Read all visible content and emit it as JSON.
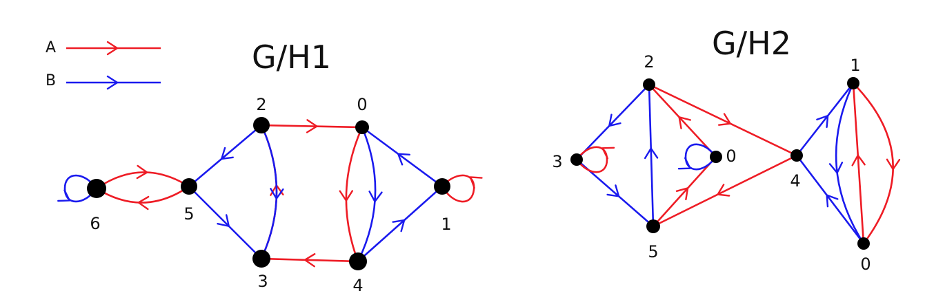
{
  "colors": {
    "A": "#ee1c25",
    "B": "#1a1aee",
    "node": "#000000"
  },
  "legend": [
    {
      "label": "A",
      "color_key": "A"
    },
    {
      "label": "B",
      "color_key": "B"
    }
  ],
  "graphs": [
    {
      "id": "g1",
      "title": "G/H1",
      "nodes": [
        {
          "id": "0",
          "label": "0"
        },
        {
          "id": "1",
          "label": "1"
        },
        {
          "id": "2",
          "label": "2"
        },
        {
          "id": "3",
          "label": "3"
        },
        {
          "id": "4",
          "label": "4"
        },
        {
          "id": "5",
          "label": "5"
        },
        {
          "id": "6",
          "label": "6"
        }
      ],
      "edges": [
        {
          "from": "2",
          "to": "0",
          "color": "A"
        },
        {
          "from": "4",
          "to": "3",
          "color": "A"
        },
        {
          "from": "3",
          "to": "2",
          "color": "A"
        },
        {
          "from": "2",
          "to": "3",
          "color": "B"
        },
        {
          "from": "0",
          "to": "4",
          "color": "A"
        },
        {
          "from": "0",
          "to": "4",
          "color": "B"
        },
        {
          "from": "1",
          "to": "0",
          "color": "B"
        },
        {
          "from": "4",
          "to": "1",
          "color": "B"
        },
        {
          "from": "1",
          "to": "1",
          "color": "A"
        },
        {
          "from": "2",
          "to": "5",
          "color": "B"
        },
        {
          "from": "5",
          "to": "3",
          "color": "B"
        },
        {
          "from": "6",
          "to": "5",
          "color": "A"
        },
        {
          "from": "5",
          "to": "6",
          "color": "A"
        },
        {
          "from": "6",
          "to": "6",
          "color": "B"
        }
      ]
    },
    {
      "id": "g2",
      "title": "G/H2",
      "nodes": [
        {
          "id": "0",
          "label": "0"
        },
        {
          "id": "1",
          "label": "1"
        },
        {
          "id": "2",
          "label": "2"
        },
        {
          "id": "3",
          "label": "3"
        },
        {
          "id": "4",
          "label": "4"
        },
        {
          "id": "5",
          "label": "5"
        },
        {
          "id": "0b",
          "label": "0"
        }
      ],
      "edges": [
        {
          "from": "2",
          "to": "3",
          "color": "B"
        },
        {
          "from": "3",
          "to": "5",
          "color": "B"
        },
        {
          "from": "3",
          "to": "3",
          "color": "A"
        },
        {
          "from": "5",
          "to": "2",
          "color": "B"
        },
        {
          "from": "0",
          "to": "2",
          "color": "A"
        },
        {
          "from": "5",
          "to": "0",
          "color": "A"
        },
        {
          "from": "0",
          "to": "0",
          "color": "B"
        },
        {
          "from": "2",
          "to": "4",
          "color": "A"
        },
        {
          "from": "4",
          "to": "5",
          "color": "A"
        },
        {
          "from": "4",
          "to": "1",
          "color": "B"
        },
        {
          "from": "1",
          "to": "0b",
          "color": "B"
        },
        {
          "from": "0b",
          "to": "4",
          "color": "B"
        },
        {
          "from": "0b",
          "to": "1",
          "color": "A"
        },
        {
          "from": "1",
          "to": "0b",
          "color": "A"
        }
      ]
    }
  ]
}
